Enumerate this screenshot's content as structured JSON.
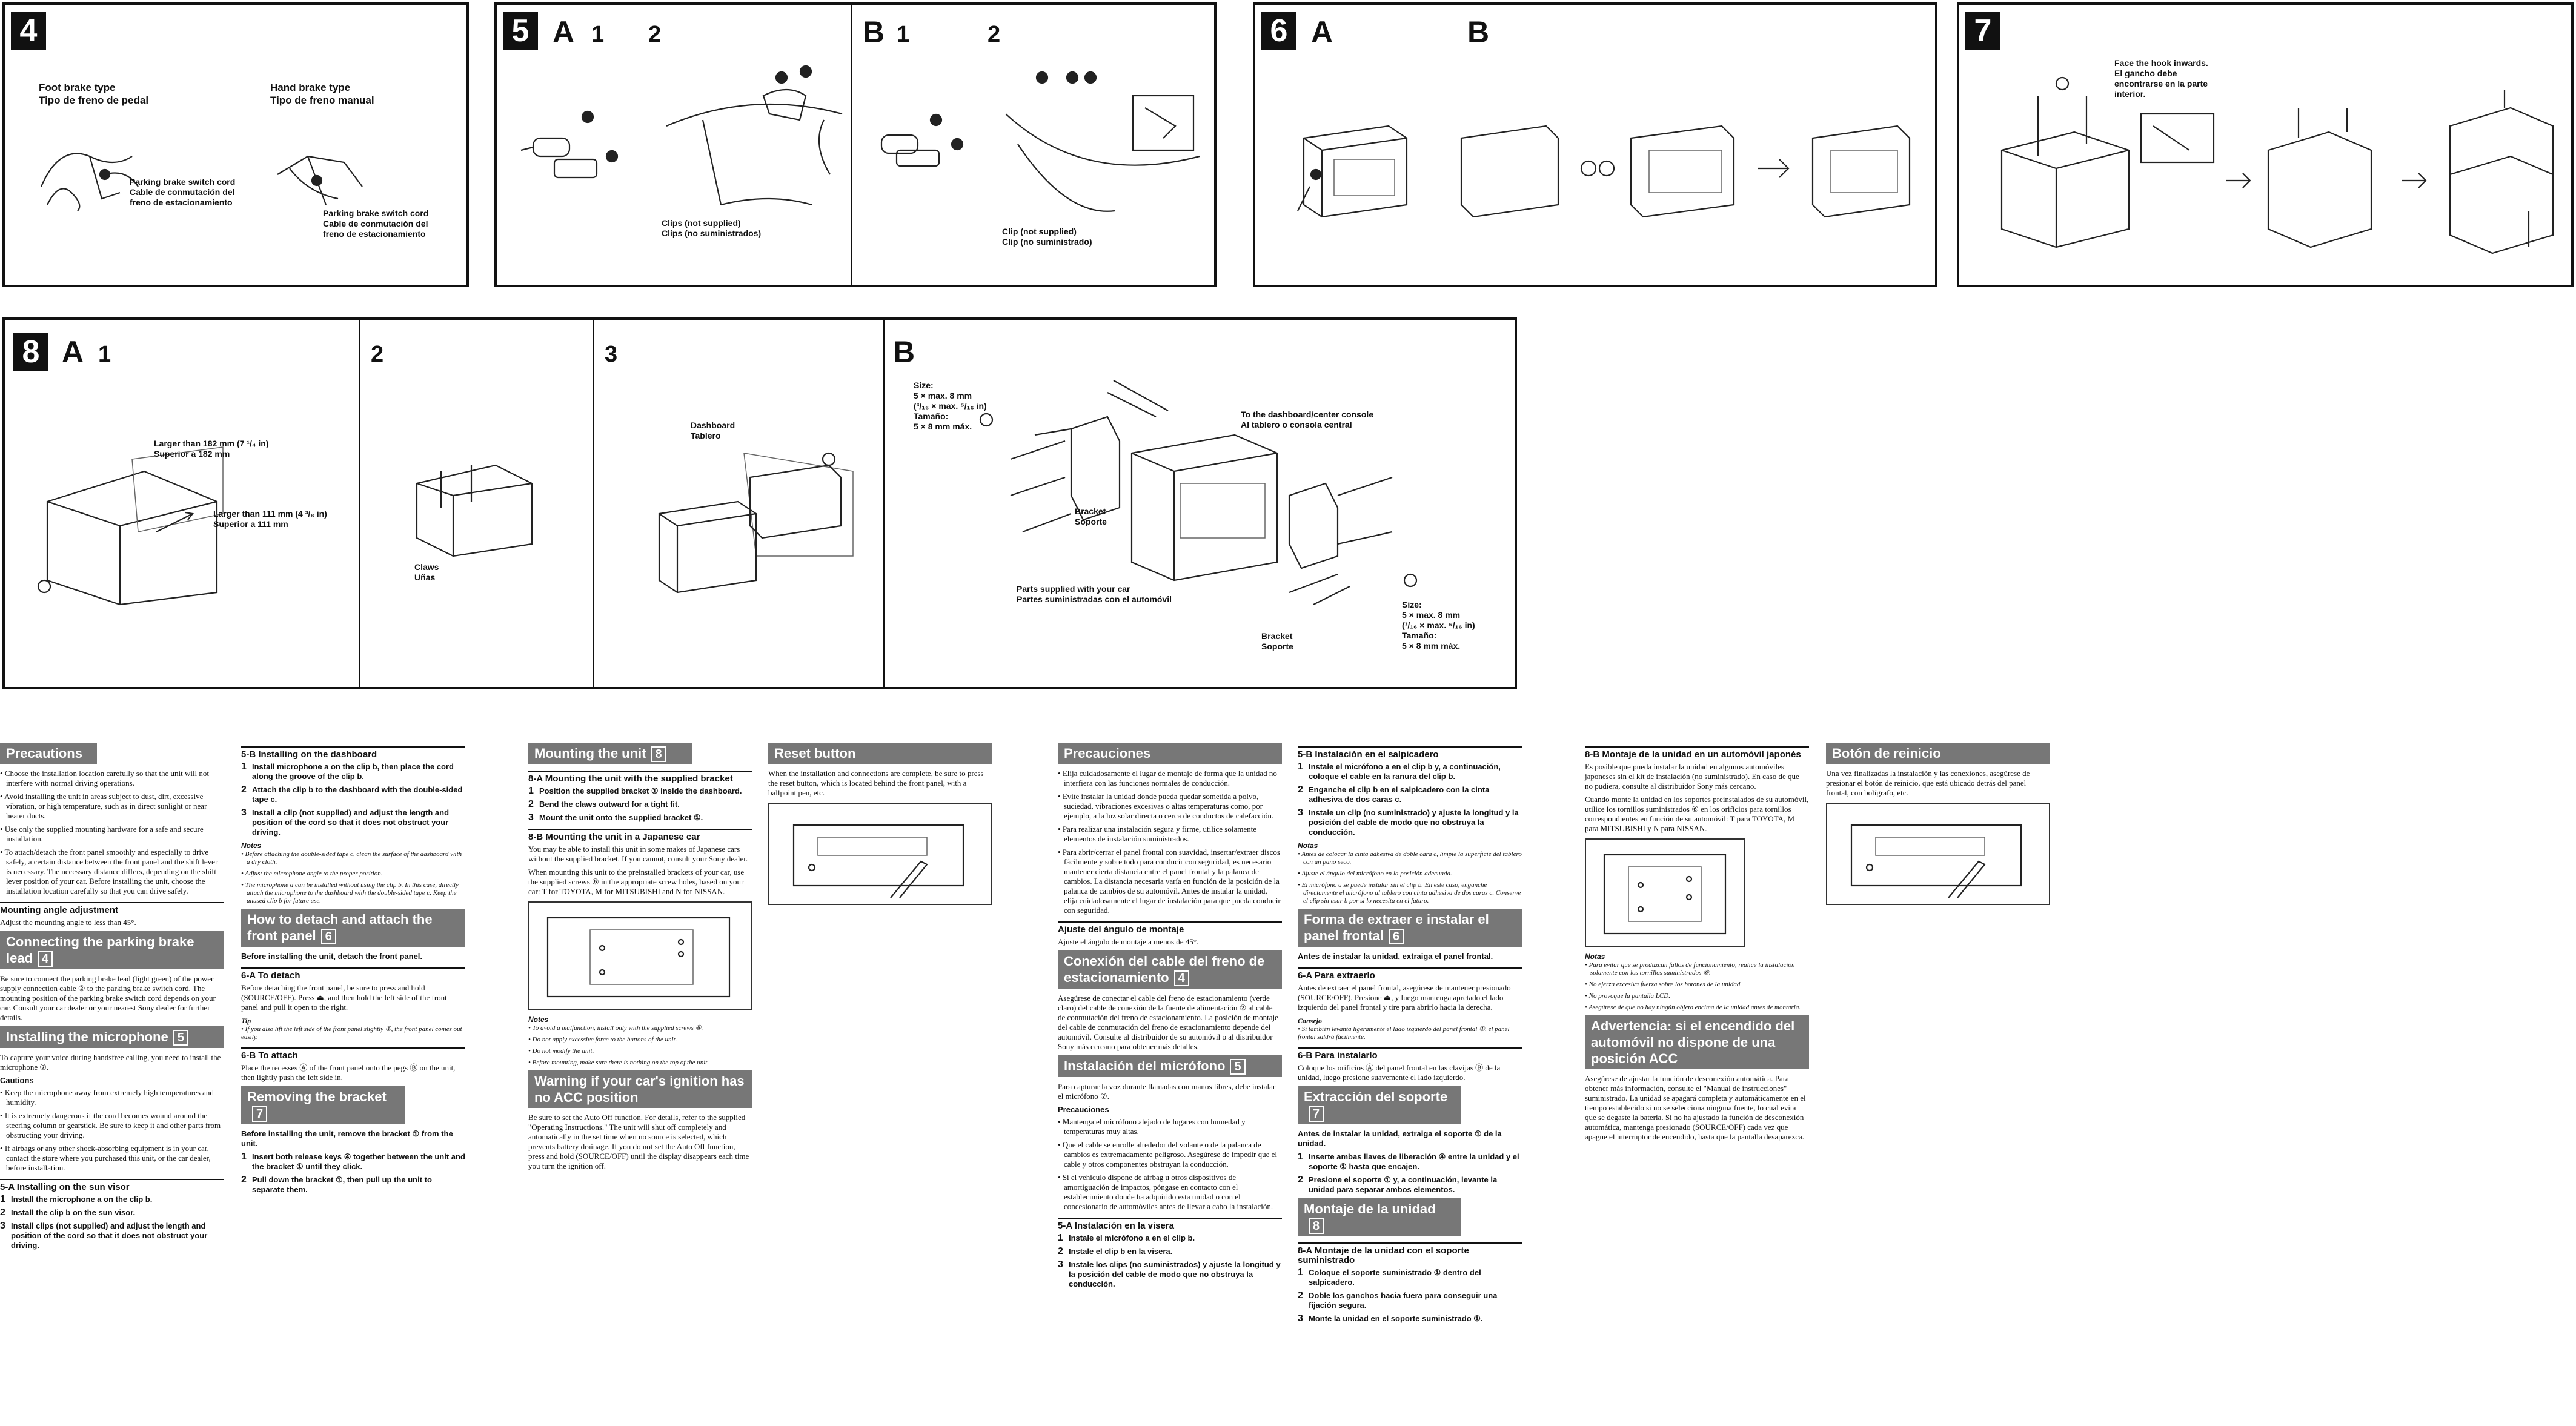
{
  "fig4": {
    "num": "4",
    "foot_title": "Foot brake type",
    "foot_title_es": "Tipo de freno de pedal",
    "hand_title": "Hand brake type",
    "hand_title_es": "Tipo de freno manual",
    "cord_en": "Parking brake switch cord",
    "cord_es1": "Cable de conmutación del",
    "cord_es2": "freno de estacionamiento"
  },
  "fig5": {
    "num": "5",
    "A": "A",
    "B": "B",
    "s1": "1",
    "s2": "2",
    "clips_en": "Clips (not supplied)",
    "clips_es": "Clips (no suministrados)",
    "clip_en": "Clip (not supplied)",
    "clip_es": "Clip (no suministrado)"
  },
  "fig6": {
    "num": "6",
    "A": "A",
    "B": "B"
  },
  "fig7": {
    "num": "7",
    "face_en": "Face the hook inwards.",
    "face_es1": "El gancho debe",
    "face_es2": "encontrarse en la parte",
    "face_es3": "interior."
  },
  "fig8": {
    "num": "8",
    "A": "A",
    "B": "B",
    "s1": "1",
    "s2": "2",
    "s3": "3",
    "larger182": "Larger than 182 mm (7 ¹/₄ in)",
    "sup182": "Superior a 182 mm",
    "larger111": "Larger than 111 mm (4 ³/₈ in)",
    "sup111": "Superior a 111 mm",
    "claws": "Claws",
    "unas": "Uñas",
    "dashboard": "Dashboard",
    "tablero": "Tablero",
    "size": "Size:",
    "size1": "5 × max. 8 mm",
    "size2": "(³/₁₆ × max. ⁵/₁₆ in)",
    "tamano": "Tamaño:",
    "size3": "5 × 8 mm máx.",
    "to_dash": "To the dashboard/center console",
    "al_tablero": "Al tablero o consola central",
    "bracket": "Bracket",
    "soporte": "Soporte",
    "parts_en": "Parts supplied with your car",
    "parts_es": "Partes suministradas con el automóvil"
  },
  "col1": {
    "h_precautions": "Precautions",
    "prec": [
      "Choose the installation location carefully so that the unit will not interfere with normal driving operations.",
      "Avoid installing the unit in areas subject to dust, dirt, excessive vibration, or high temperature, such as in direct sunlight or near heater ducts.",
      "Use only the supplied mounting hardware for a safe and secure installation.",
      "To attach/detach the front panel smoothly and especially to drive safely, a certain distance between the front panel and the shift lever is necessary. The necessary distance differs, depending on the shift lever position of your car. Before installing the unit, choose the installation location carefully so that you can drive safely."
    ],
    "h_angle": "Mounting angle adjustment",
    "angle": "Adjust the mounting angle to less than 45°.",
    "h_brake": "Connecting the parking brake lead",
    "brake_num": "4",
    "brake": "Be sure to connect the parking brake lead (light green) of the power supply connection cable ② to the parking brake switch cord. The mounting position of the parking brake switch cord depends on your car. Consult your car dealer or your nearest Sony dealer for further details.",
    "h_mic": "Installing the microphone",
    "mic_num": "5",
    "mic": "To capture your voice during handsfree calling, you need to install the microphone ⑦.",
    "cautions": "Cautions",
    "caut": [
      "Keep the microphone away from extremely high temperatures and humidity.",
      "It is extremely dangerous if the cord becomes wound around the steering column or gearstick. Be sure to keep it and other parts from obstructing your driving.",
      "If airbags or any other shock-absorbing equipment is in your car, contact the store where you purchased this unit, or the car dealer, before installation."
    ],
    "h_visor": "5-A  Installing on the sun visor",
    "visor": [
      "Install the microphone a on the clip b.",
      "Install the clip b on the sun visor.",
      "Install clips (not supplied) and adjust the length and position of the cord so that it does not obstruct your driving."
    ]
  },
  "col2": {
    "h_dash": "5-B  Installing on the dashboard",
    "dash": [
      "Install microphone a on the clip b, then place the cord along the groove of the clip b.",
      "Attach the clip b to the dashboard with the double-sided tape c.",
      "Install a clip (not supplied) and adjust the length and position of the cord so that it does not obstruct your driving."
    ],
    "notes": "Notes",
    "dash_notes": [
      "Before attaching the double-sided tape c, clean the surface of the dashboard with a dry cloth.",
      "Adjust the microphone angle to the proper position.",
      "The microphone a can be installed without using the clip b. In this case, directly attach the microphone to the dashboard with the double-sided tape c. Keep the unused clip b for future use."
    ],
    "h_detach": "How to detach and attach the front panel",
    "detach_num": "6",
    "detach_intro": "Before installing the unit, detach the front panel.",
    "h_todetach": "6-A  To detach",
    "todetach": "Before detaching the front panel, be sure to press and hold (SOURCE/OFF). Press ⏏, and then hold the left side of the front panel and pull it open to the right.",
    "tip": "Tip",
    "tiptext": "If you also lift the left side of the front panel slightly ①, the front panel comes out easily.",
    "h_toattach": "6-B  To attach",
    "toattach": "Place the recesses Ⓐ of the front panel onto the pegs Ⓑ on the unit, then lightly push the left side in.",
    "h_remove": "Removing the bracket",
    "remove_num": "7",
    "remove_intro": "Before installing the unit, remove the bracket ① from the unit.",
    "remove": [
      "Insert both release keys ④ together between the unit and the bracket ① until they click.",
      "Pull down the bracket ①, then pull up the unit to separate them."
    ]
  },
  "col3": {
    "h_mount": "Mounting the unit",
    "mount_num": "8",
    "h_8a": "8-A  Mounting the unit with the supplied bracket",
    "m8a": [
      "Position the supplied bracket ① inside the dashboard.",
      "Bend the claws outward for a tight fit.",
      "Mount the unit onto the supplied bracket ①."
    ],
    "h_8b": "8-B  Mounting the unit in a Japanese car",
    "m8b_1": "You may be able to install this unit in some makes of Japanese cars without the supplied bracket. If you cannot, consult your Sony dealer.",
    "m8b_2": "When mounting this unit to the preinstalled brackets of your car, use the supplied screws ⑥ in the appropriate screw holes, based on your car: T for TOYOTA, M for MITSUBISHI and N for NISSAN.",
    "notes": "Notes",
    "m8b_notes": [
      "To avoid a malfunction, install only with the supplied screws ⑥.",
      "Do not apply excessive force to the buttons of the unit.",
      "Do not modify the unit.",
      "Before mounting, make sure there is nothing on the top of the unit."
    ],
    "h_acc": "Warning if your car's ignition has no ACC position",
    "acc": "Be sure to set the Auto Off function. For details, refer to the supplied \"Operating Instructions.\" The unit will shut off completely and automatically in the set time when no source is selected, which prevents battery drainage. If you do not set the Auto Off function, press and hold (SOURCE/OFF) until the display disappears each time you turn the ignition off."
  },
  "col4": {
    "h_reset": "Reset button",
    "reset": "When the installation and connections are complete, be sure to press the reset button, which is located behind the front panel, with a ballpoint pen, etc."
  },
  "col5": {
    "h_prec": "Precauciones",
    "prec": [
      "Elija cuidadosamente el lugar de montaje de forma que la unidad no interfiera con las funciones normales de conducción.",
      "Evite instalar la unidad donde pueda quedar sometida a polvo, suciedad, vibraciones excesivas o altas temperaturas como, por ejemplo, a la luz solar directa o cerca de conductos de calefacción.",
      "Para realizar una instalación segura y firme, utilice solamente elementos de instalación suministrados.",
      "Para abrir/cerrar el panel frontal con suavidad, insertar/extraer discos fácilmente y sobre todo para conducir con seguridad, es necesario mantener cierta distancia entre el panel frontal y la palanca de cambios. La distancia necesaria varía en función de la posición de la palanca de cambios de su automóvil. Antes de instalar la unidad, elija cuidadosamente el lugar de instalación para que pueda conducir con seguridad."
    ],
    "h_angle": "Ajuste del ángulo de montaje",
    "angle": "Ajuste el ángulo de montaje a menos de 45°.",
    "h_freno": "Conexión del cable del freno de estacionamiento",
    "freno_num": "4",
    "freno": "Asegúrese de conectar el cable del freno de estacionamiento (verde claro) del cable de conexión de la fuente de alimentación ② al cable de conmutación del freno de estacionamiento. La posición de montaje del cable de conmutación del freno de estacionamiento depende del automóvil. Consulte al distribuidor de su automóvil o al distribuidor Sony más cercano para obtener más detalles.",
    "h_mic": "Instalación del micrófono",
    "mic_num": "5",
    "mic": "Para capturar la voz durante llamadas con manos libres, debe instalar el micrófono ⑦.",
    "precs": "Precauciones",
    "caut": [
      "Mantenga el micrófono alejado de lugares con humedad y temperaturas muy altas.",
      "Que el cable se enrolle alrededor del volante o de la palanca de cambios es extremadamente peligroso. Asegúrese de impedir que el cable y otros componentes obstruyan la conducción.",
      "Si el vehículo dispone de airbag u otros dispositivos de amortiguación de impactos, póngase en contacto con el establecimiento donde ha adquirido esta unidad o con el concesionario de automóviles antes de llevar a cabo la instalación."
    ],
    "h_visera": "5-A  Instalación en la visera",
    "visera": [
      "Instale el micrófono a en el clip b.",
      "Instale el clip b en la visera.",
      "Instale los clips (no suministrados) y ajuste la longitud y la posición del cable de modo que no obstruya la conducción."
    ]
  },
  "col6": {
    "h_salp": "5-B  Instalación en el salpicadero",
    "salp": [
      "Instale el micrófono a en el clip b y, a continuación, coloque el cable en la ranura del clip b.",
      "Enganche el clip b en el salpicadero con la cinta adhesiva de dos caras c.",
      "Instale un clip (no suministrado) y ajuste la longitud y la posición del cable de modo que no obstruya la conducción."
    ],
    "notas": "Notas",
    "salp_notes": [
      "Antes de colocar la cinta adhesiva de doble cara c, limpie la superficie del tablero con un paño seco.",
      "Ajuste el ángulo del micrófono en la posición adecuada.",
      "El micrófono a se puede instalar sin el clip b. En este caso, enganche directamente el micrófono al tablero con cinta adhesiva de dos caras c. Conserve el clip sin usar b por si lo necesita en el futuro."
    ],
    "h_panel": "Forma de extraer e instalar el panel frontal",
    "panel_num": "6",
    "panel_intro": "Antes de instalar la unidad, extraiga el panel frontal.",
    "h_extraer": "6-A  Para extraerlo",
    "extraer": "Antes de extraer el panel frontal, asegúrese de mantener presionado (SOURCE/OFF). Presione ⏏, y luego mantenga apretado el lado izquierdo del panel frontal y tire para abrirlo hacia la derecha.",
    "consejo": "Consejo",
    "consejo_t": "Si también levanta ligeramente el lado izquierdo del panel frontal ①, el panel frontal saldrá fácilmente.",
    "h_instalar": "6-B  Para instalarlo",
    "instalar": "Coloque los orificios Ⓐ del panel frontal en las clavijas Ⓑ de la unidad, luego presione suavemente el lado izquierdo.",
    "h_soporte": "Extracción del soporte",
    "soporte_num": "7",
    "soporte_intro": "Antes de instalar la unidad, extraiga el soporte ① de la unidad.",
    "soporte": [
      "Inserte ambas llaves de liberación ④ entre la unidad y el soporte ① hasta que encajen.",
      "Presione el soporte ① y, a continuación, levante la unidad para separar ambos elementos."
    ],
    "h_montaje": "Montaje de la unidad",
    "montaje_num": "8",
    "h_8a": "8-A  Montaje de la unidad con el soporte suministrado",
    "m8a": [
      "Coloque el soporte suministrado ① dentro del salpicadero.",
      "Doble los ganchos hacia fuera para conseguir una fijación segura.",
      "Monte la unidad en el soporte suministrado ①."
    ]
  },
  "col7": {
    "h_8b": "8-B  Montaje de la unidad en un automóvil japonés",
    "m8b_1": "Es posible que pueda instalar la unidad en algunos automóviles japoneses sin el kit de instalación (no suministrado). En caso de que no pudiera, consulte al distribuidor Sony más cercano.",
    "m8b_2": "Cuando monte la unidad en los soportes preinstalados de su automóvil, utilice los tornillos suministrados ⑥ en los orificios para tornillos correspondientes en función de su automóvil: T para TOYOTA, M para MITSUBISHI y N para NISSAN.",
    "notas": "Notas",
    "m8b_notes": [
      "Para evitar que se produzcan fallos de funcionamiento, realice la instalación solamente con los tornillos suministrados ⑥.",
      "No ejerza excesiva fuerza sobre los botones de la unidad.",
      "No provoque la pantalla LCD.",
      "Asegúrese de que no hay ningún objeto encima de la unidad antes de montarla."
    ],
    "h_acc": "Advertencia: si el encendido del automóvil no dispone de una posición ACC",
    "acc": "Asegúrese de ajustar la función de desconexión automática. Para obtener más información, consulte el \"Manual de instrucciones\" suministrado. La unidad se apagará completa y automáticamente en el tiempo establecido si no se selecciona ninguna fuente, lo cual evita que se degaste la batería. Si no ha ajustado la función de desconexión automática, mantenga presionado (SOURCE/OFF) cada vez que apague el interruptor de encendido, hasta que la pantalla desaparezca."
  },
  "col8": {
    "h_reset": "Botón de reinicio",
    "reset": "Una vez finalizadas la instalación y las conexiones, asegúrese de presionar el botón de reinicio, que está ubicado detrás del panel frontal, con bolígrafo, etc."
  }
}
